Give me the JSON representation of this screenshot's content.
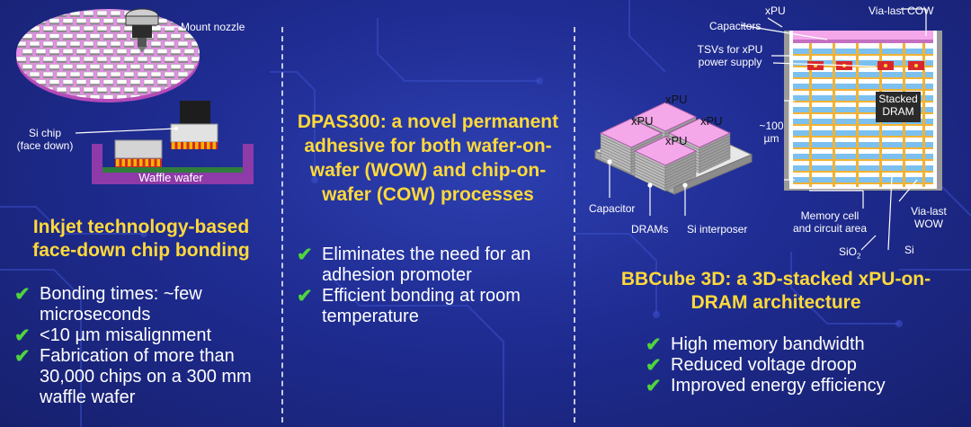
{
  "left": {
    "labels": {
      "mount_nozzle": "Mount nozzle",
      "si_chip_line1": "Si chip",
      "si_chip_line2": "(face down)",
      "waffle_wafer": "Waffle wafer"
    },
    "heading": "Inkjet technology-based face-down chip bonding",
    "bullets": [
      "Bonding times: ~few microseconds",
      "<10 µm misalignment",
      "Fabrication of more than 30,000 chips on a 300 mm waffle wafer"
    ]
  },
  "middle": {
    "heading": "DPAS300: a novel permanent adhesive for both wafer-on-wafer (WOW) and chip-on-wafer (COW) processes",
    "bullets": [
      "Eliminates the need for an adhesion promoter",
      "Efficient bonding at room temperature"
    ]
  },
  "right": {
    "stack_labels": {
      "xpu": "xPU",
      "capacitor": "Capacitor",
      "drams": "DRAMs",
      "si_interposer": "Si interposer"
    },
    "cross_labels": {
      "xpu": "xPU",
      "via_last_cow": "Via-last COW",
      "capacitors": "Capacitors",
      "tsvs_line1": "TSVs for xPU",
      "tsvs_line2": "power supply",
      "height_line1": "~100",
      "height_line2": "µm",
      "stacked_line1": "Stacked",
      "stacked_line2": "DRAM",
      "memory_line1": "Memory cell",
      "memory_line2": "and circuit area",
      "via_last_wow_line1": "Via-last",
      "via_last_wow_line2": "WOW",
      "sio2": "SiO",
      "sio2_sub": "2",
      "si": "Si"
    },
    "heading": "BBCube 3D: a 3D-stacked xPU-on-DRAM architecture",
    "bullets": [
      "High memory bandwidth",
      "Reduced voltage droop",
      "Improved energy efficiency"
    ]
  },
  "colors": {
    "background": "#1f2c92",
    "heading": "#ffd93a",
    "check": "#4fd43c",
    "xpu_pink": "#f4a8ea",
    "waffle_purple": "#8e3aa8"
  }
}
